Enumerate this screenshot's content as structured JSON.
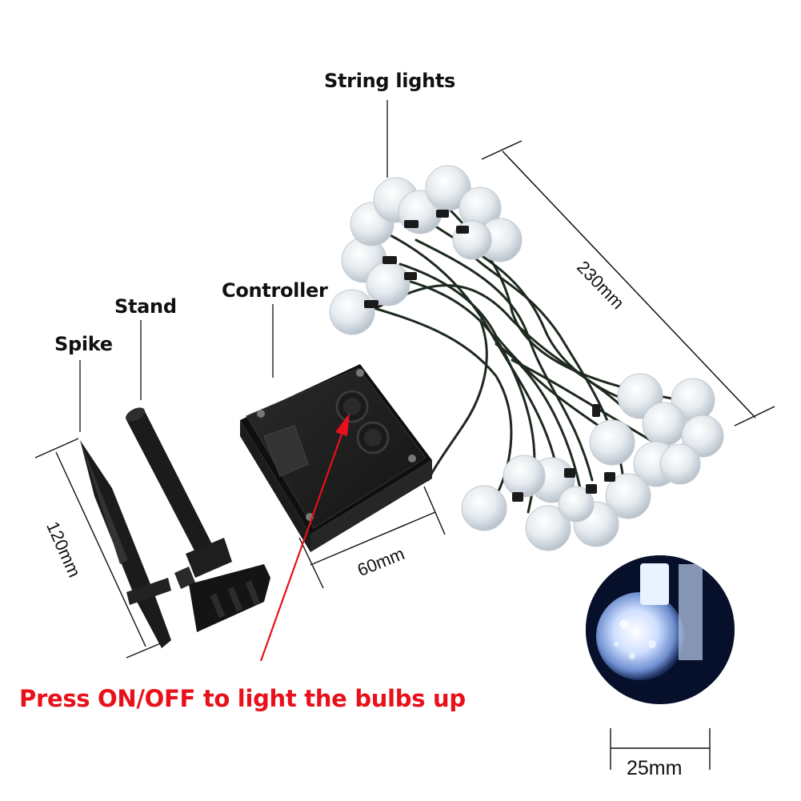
{
  "labels": {
    "string_lights": "String lights",
    "controller": "Controller",
    "stand": "Stand",
    "spike": "Spike"
  },
  "dimensions": {
    "lights_length": "230mm",
    "spike_length": "120mm",
    "controller_width": "60mm",
    "bulb_diameter": "25mm"
  },
  "instruction": "Press ON/OFF to light the bulbs up",
  "colors": {
    "instruction_text": "#e8101a",
    "arrow": "#e8101a",
    "plastic": "#1b1b1b",
    "bulb": "#dfe6ec",
    "background": "#ffffff"
  },
  "icons": [
    "power-button-icon",
    "bulb-icon",
    "spike-icon",
    "stand-icon",
    "controller-icon"
  ]
}
